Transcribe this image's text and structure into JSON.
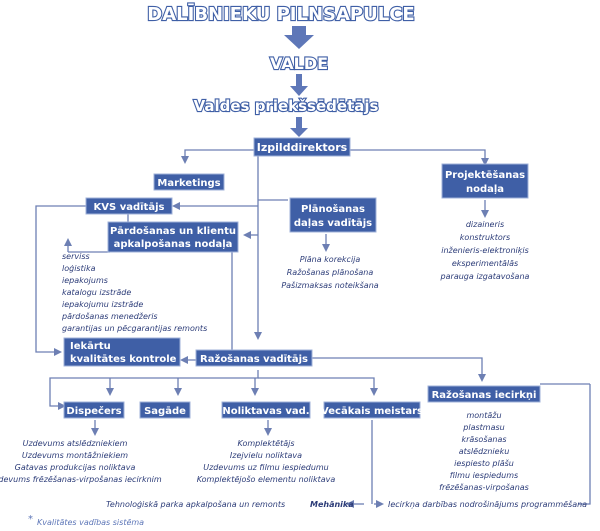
{
  "nodes": {
    "sapulce": "DALĪBNIEKU PILNSAPULCE",
    "valde": "VALDE",
    "priekssedetajs": "Valdes priekšsēdētājs",
    "izpilddirektors": "Izpilddirektors",
    "marketings": "Marketings",
    "projektesanas": [
      "Projektēšanas",
      "nodaļa"
    ],
    "kvs_vaditajs": "KVS vadītājs",
    "planosanas": [
      "Plānošanas",
      "daļas vadītājs"
    ],
    "pardosanas": [
      "Pārdošanas un klientu",
      "apkalpošanas nodaļa"
    ],
    "kvalitates_kontrole": [
      "Iekārtu",
      "kvalitātes kontrole"
    ],
    "razosanas_vaditajs": "Ražošanas vadītājs",
    "razosanas_iecirkni": "Ražošanas iecirkņi",
    "dispecers": "Dispečers",
    "sagade": "Sagāde",
    "noliktavas": "Noliktavas vad.",
    "vecakais_meistars": "Vecākais meistars"
  },
  "lists": {
    "projektesanas": [
      "dizaineris",
      "konstruktors",
      "inženieris-elektroniķis",
      "eksperimentālās",
      "parauga izgatavošana"
    ],
    "planosanas": [
      "Plāna korekcija",
      "Ražošanas plānošana",
      "Pašizmaksas noteikšana"
    ],
    "pardosanas": [
      "serviss",
      "loģistika",
      "iepakojums",
      "katalogu izstrāde",
      "iepakojumu izstrāde",
      "pārdošanas menedžeris",
      "garantijas un pēcgarantijas remonts"
    ],
    "iecirkni": [
      "montāžu",
      "plastmasu",
      "krāsošanas",
      "atslēdznieku",
      "iespiesto plāšu",
      "filmu iespiedums",
      "frēzēšanas-virpošanas"
    ],
    "dispecers": [
      "Uzdevums atslēdzniekiem",
      "Uzdevums montāžniekiem",
      "Gatavas produkcijas noliktava",
      "Uzdevums frēzēšanas-virpošanas iecirknim"
    ],
    "noliktavas": [
      "Komplektētājs",
      "Izejvielu noliktava",
      "Uzdevums uz filmu iespiedumu",
      "Komplektējošo elementu noliktava"
    ]
  },
  "bottom": {
    "tehnologiska": "Tehnoloģiskā parka apkalpošana un remonts",
    "mehanika": "Mehānika",
    "iecirkņa": "Iecirkņa darbības nodrošinājums programmēšana"
  },
  "legend": {
    "mark": "*",
    "text": "Kvalitātes vadības sistēma"
  }
}
